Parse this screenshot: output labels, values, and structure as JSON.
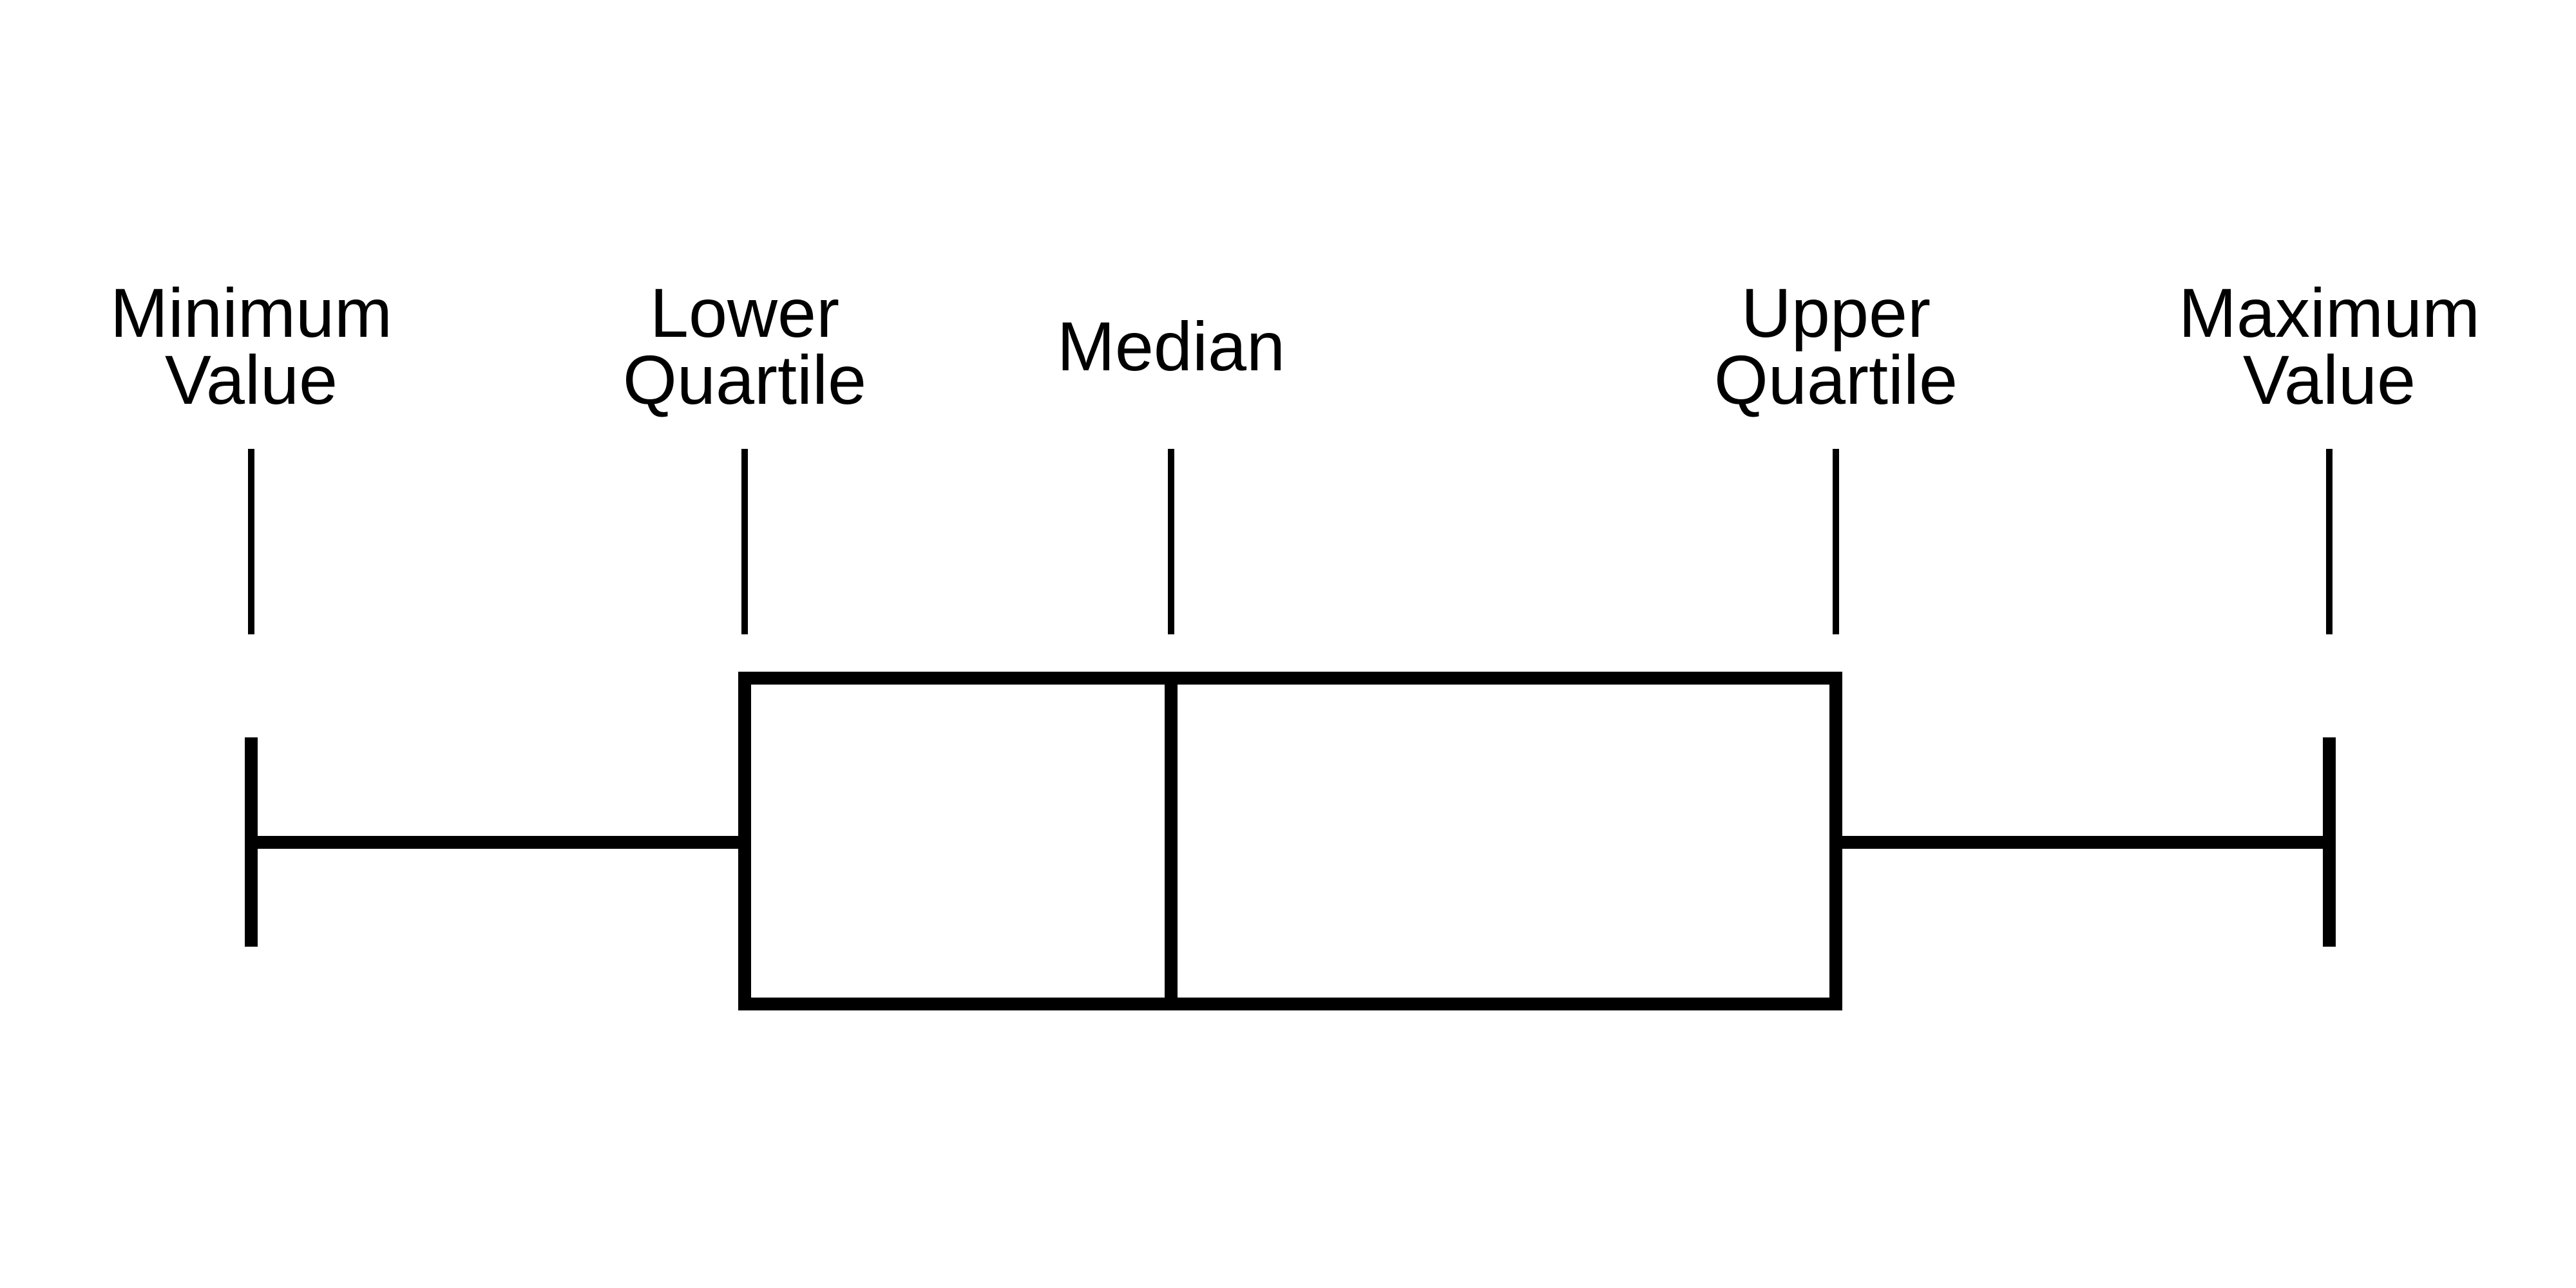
{
  "labels": {
    "minimum": {
      "line1": "Minimum",
      "line2": "Value"
    },
    "lower_quartile": {
      "line1": "Lower",
      "line2": "Quartile"
    },
    "median": {
      "line1": "Median"
    },
    "upper_quartile": {
      "line1": "Upper",
      "line2": "Quartile"
    },
    "maximum": {
      "line1": "Maximum",
      "line2": "Value"
    }
  },
  "colors": {
    "stroke": "#000000",
    "background": "#ffffff"
  }
}
